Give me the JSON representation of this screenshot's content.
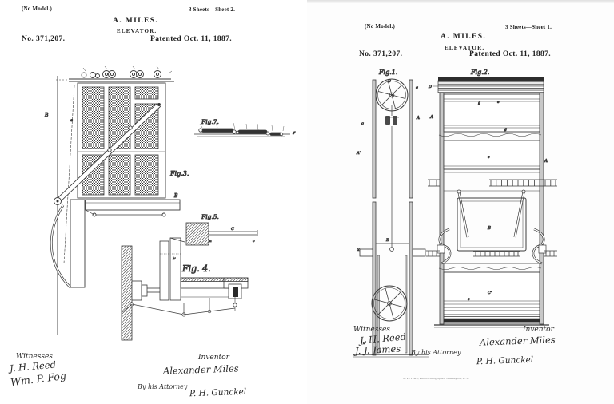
{
  "left": {
    "no_model": "(No Model.)",
    "sheet_label": "3 Sheets—Sheet 2.",
    "author": "A. MILES.",
    "title": "ELEVATOR.",
    "patent_number": "No. 371,207.",
    "patent_date": "Patented Oct. 11, 1887.",
    "figures": {
      "fig3": "Fig.3.",
      "fig4": "Fig. 4.",
      "fig5": "Fig.5.",
      "fig7": "Fig.7."
    },
    "refs": {
      "b1": "B",
      "b2": "B",
      "e1": "e",
      "c1": "C",
      "a1": "a",
      "c2": "c",
      "h1": "h'",
      "g1": "g'"
    },
    "signatures": {
      "witnesses_heading": "Witnesses",
      "witness_1": "J. H. Reed",
      "witness_2": "Wm. P. Fog",
      "inventor_heading": "Inventor",
      "inventor_signature": "Alexander Miles",
      "attorney_prefix": "By his Attorney",
      "attorney_signature": "P. H. Gunckel"
    }
  },
  "right": {
    "no_model": "(No Model.)",
    "sheet_label": "3 Sheets—Sheet 1.",
    "author": "A. MILES.",
    "title": "ELEVATOR.",
    "patent_number": "No. 371,207.",
    "patent_date": "Patented Oct. 11, 1887.",
    "figures": {
      "fig1": "Fig.1.",
      "fig2": "Fig.2."
    },
    "refs": {
      "d1": "D",
      "c1": "c",
      "c2": "c",
      "a1": "A",
      "ap1": "A'",
      "b1": "B",
      "x1": "x",
      "xp1": "x'",
      "d2": "D",
      "a2": "A",
      "a3": "A",
      "g1": "g",
      "e1": "e",
      "g2": "g",
      "e2": "e",
      "b2": "B",
      "cp1": "C'",
      "e3": "e"
    },
    "signatures": {
      "witnesses_heading": "Witnesses",
      "witness_1": "J. H. Reed",
      "witness_2": "J. J. James",
      "inventor_heading": "Inventor",
      "inventor_signature": "Alexander Miles",
      "attorney_prefix": "By his Attorney",
      "attorney_signature": "P. H. Gunckel"
    },
    "printer_line": "N. PETERS, Photo-Lithographer, Washington, D. C."
  }
}
